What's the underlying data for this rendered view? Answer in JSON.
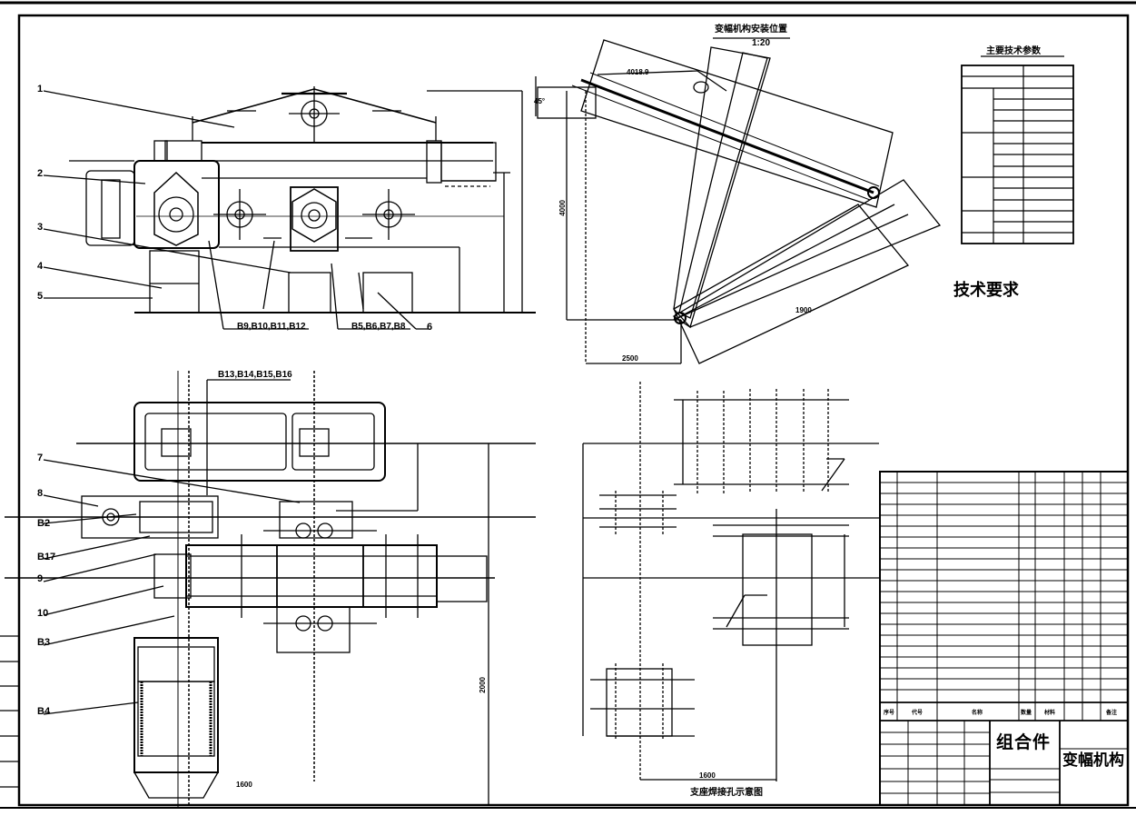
{
  "part_labels": [
    "1",
    "2",
    "3",
    "4",
    "5",
    "6",
    "7",
    "8",
    "9",
    "10",
    "B2",
    "B3",
    "B4",
    "B17",
    "B9,B10,B11,B12",
    "B5,B6,B7,B8",
    "B13,B14,B15,B16"
  ],
  "titles": {
    "install_view": "变幅机构安装位置",
    "install_scale": "1:20",
    "hole_diagram": "支座焊接孔示意图",
    "params_table": "主要技术参数",
    "tech_req": "技术要求"
  },
  "title_block": {
    "assembly": "组合件",
    "drawing_name": "变幅机构"
  },
  "bom_headers": {
    "col1": "序号",
    "col2": "代号",
    "col3": "名称",
    "col4": "数量",
    "col5": "材料",
    "col6": "备注"
  },
  "dims": {
    "angle": "45°",
    "d1": "4018.9",
    "d2": "2500",
    "d3": "1900",
    "d4": "4000",
    "d5": "2000",
    "d6": "1600",
    "d7": "1600"
  },
  "colors": {
    "line": "#000000",
    "bg": "#ffffff"
  }
}
